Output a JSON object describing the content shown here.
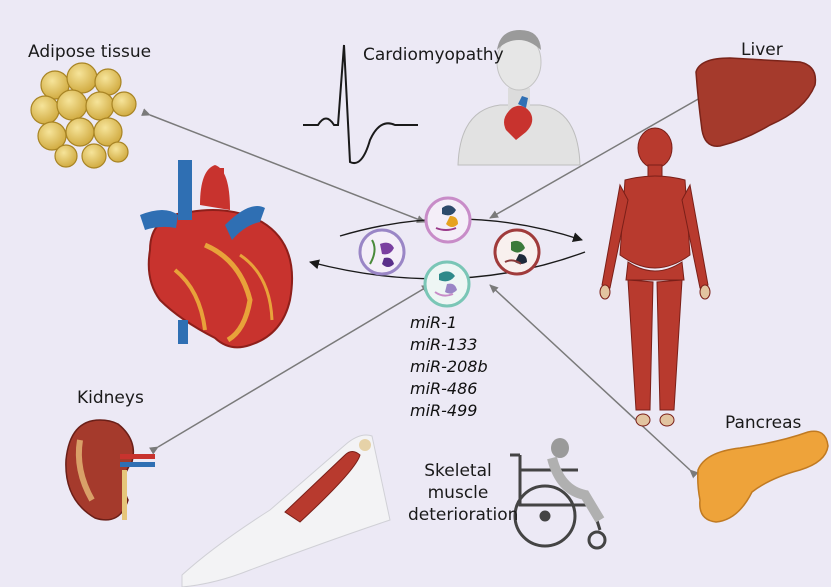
{
  "labels": {
    "adipose": "Adipose tissue",
    "cardiomyopathy": "Cardiomyopathy",
    "liver": "Liver",
    "kidneys": "Kidneys",
    "pancreas": "Pancreas",
    "skeletal": [
      "Skeletal",
      "muscle",
      "deterioration"
    ]
  },
  "mirnas": [
    "miR-1",
    "miR-133",
    "miR-208b",
    "miR-486",
    "miR-499"
  ],
  "colors": {
    "background": "#ece9f5",
    "arrow": "#7a7a7a",
    "muscle": "#b83a2e",
    "adipose": "#e6c65a",
    "liver": "#a53a2c",
    "pancreas": "#eea33a",
    "heart_red": "#c8332e",
    "heart_blue": "#2f6fb3"
  }
}
